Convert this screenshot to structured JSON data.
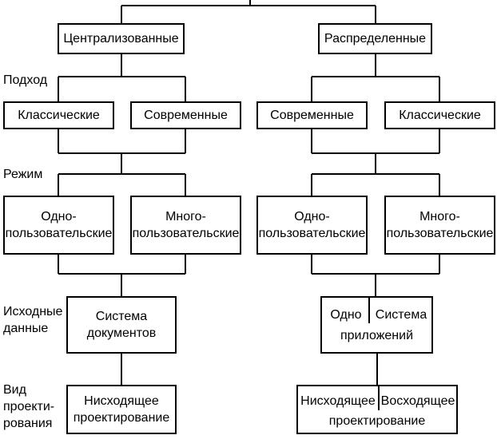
{
  "level1": {
    "left": "Централизованные",
    "right": "Распределенные"
  },
  "labels": {
    "approach": "Подход",
    "mode": "Режим",
    "source": [
      "Исходные",
      "данные"
    ],
    "design": [
      "Вид",
      "проекти-",
      "рования"
    ]
  },
  "approach": {
    "centralized": [
      "Классические",
      "Современные"
    ],
    "distributed": [
      "Современные",
      "Классические"
    ]
  },
  "mode": {
    "single": [
      "Одно-",
      "пользовательские"
    ],
    "multi": [
      "Много-",
      "пользовательские"
    ]
  },
  "source": {
    "centralized": [
      "Система",
      "документов"
    ],
    "distributed": {
      "left": "Одно",
      "right": "Система",
      "bottom": "приложений"
    }
  },
  "design": {
    "centralized": [
      "Нисходящее",
      "проектирование"
    ],
    "distributed": {
      "left": "Нисходящее",
      "right": "Восходящее",
      "bottom": "проектирование"
    }
  }
}
